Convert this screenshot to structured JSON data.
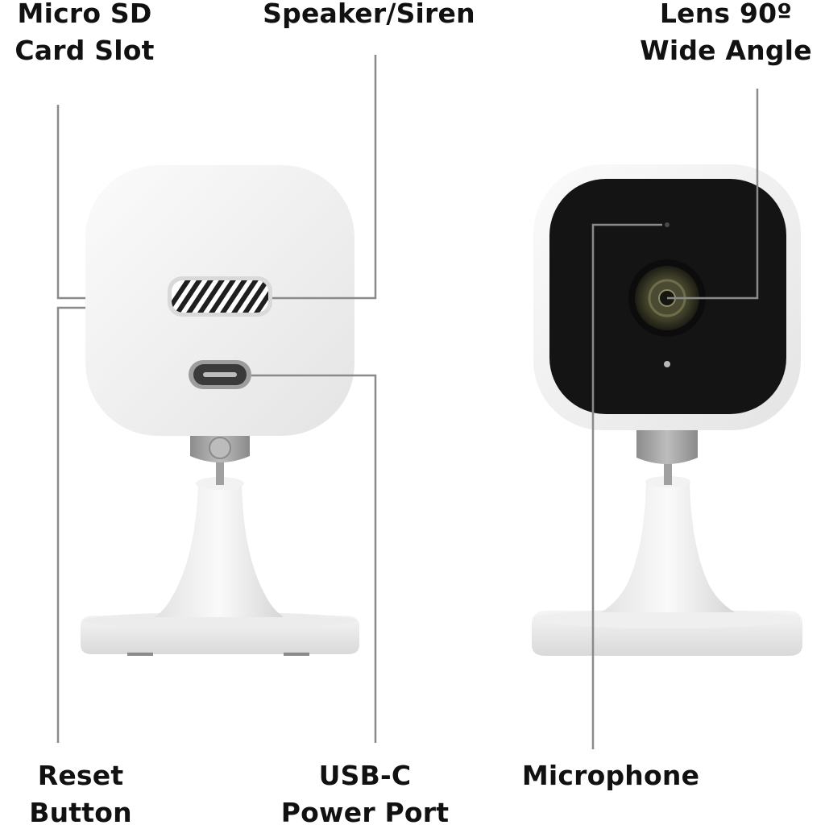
{
  "callouts": {
    "micro_sd": {
      "line1": "Micro SD",
      "line2": "Card Slot"
    },
    "speaker": {
      "line1": "Speaker/Siren"
    },
    "lens": {
      "line1": "Lens 90º",
      "line2": "Wide Angle"
    },
    "reset": {
      "line1": "Reset",
      "line2": "Button"
    },
    "usb_c": {
      "line1": "USB-C",
      "line2": "Power Port"
    },
    "microphone": {
      "line1": "Microphone"
    }
  },
  "colors": {
    "leader_line": "#8a8a8a",
    "housing": "#f4f4f4",
    "front_face": "#141414",
    "neck": "#9b9b9b",
    "lens_ring": "#3a3a2a"
  },
  "icons": [
    "speaker-grille-icon",
    "usb-c-port-icon",
    "camera-lens-icon",
    "microphone-hole-icon",
    "status-led-icon"
  ]
}
